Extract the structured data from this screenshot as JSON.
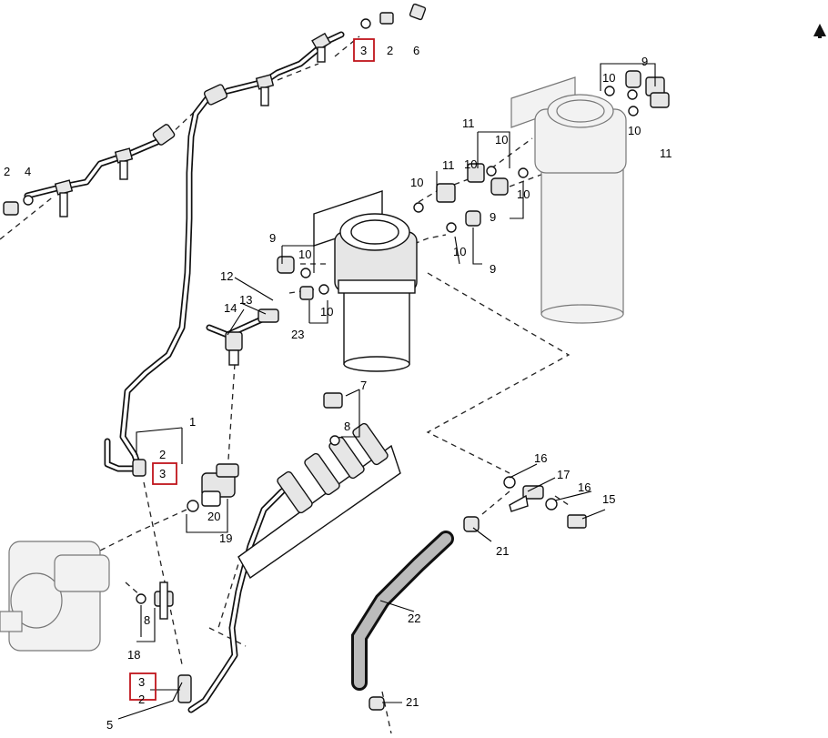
{
  "callouts": {
    "c2_top": "2",
    "c3_top": "3",
    "c6": "6",
    "c2_left": "2",
    "c4_left": "4",
    "c9_a": "9",
    "c10_a1": "10",
    "c10_a2": "10",
    "c11_a": "11",
    "c11_b": "11",
    "c10_b1": "10",
    "c10_b2": "10",
    "c11_c": "11",
    "c10_c": "10",
    "c9_b": "9",
    "c10_d": "10",
    "c10_e": "10",
    "c9_c": "9",
    "c9_d": "9",
    "c10_f": "10",
    "c12": "12",
    "c13": "13",
    "c14": "14",
    "c10_g": "10",
    "c23": "23",
    "c1": "1",
    "c2_mid": "2",
    "c3_mid": "3",
    "c7": "7",
    "c8_mid": "8",
    "c20": "20",
    "c19": "19",
    "c16_a": "16",
    "c17": "17",
    "c16_b": "16",
    "c15": "15",
    "c21_a": "21",
    "c22": "22",
    "c21_b": "21",
    "c8_low": "8",
    "c18": "18",
    "c3_low": "3",
    "c2_low": "2",
    "c5": "5"
  },
  "highlight_color": "#c0141c"
}
